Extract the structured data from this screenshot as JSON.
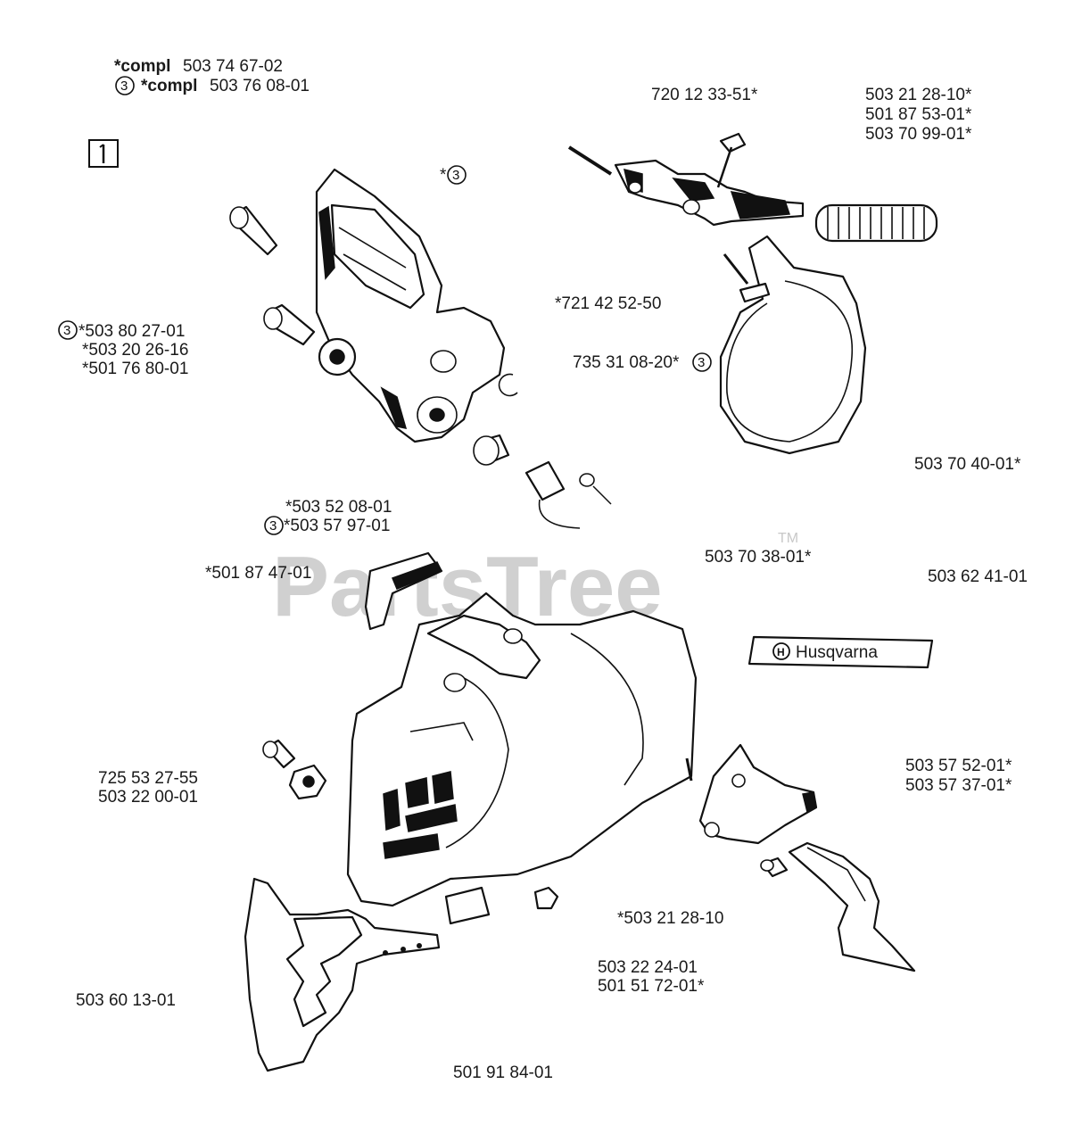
{
  "header": {
    "compl_1": {
      "prefix": "*compl",
      "number": "503 74 67-02"
    },
    "compl_2": {
      "circle": "3",
      "prefix": "*compl",
      "number": "503 76 08-01"
    }
  },
  "watermark": {
    "text": "PartsTree",
    "trademark": "TM"
  },
  "brand_label": "Husqvarna",
  "callouts": {
    "c_720123351": "720 12 33-51*",
    "c_503212810": "503 21 28-10*",
    "c_501875301": "501 87 53-01*",
    "c_503709901": "503 70 99-01*",
    "c_star3": "*",
    "c_star3_circle": "3",
    "c_503802701": "*503 80 27-01",
    "c_503802701_circle": "3",
    "c_503202616": "*503 20 26-16",
    "c_501768001": "*501 76 80-01",
    "c_721425250": "*721 42 52-50",
    "c_735310820": "735 31 08-20*",
    "c_735310820_circle": "3",
    "c_503704001": "503 70 40-01*",
    "c_503520801": "*503 52 08-01",
    "c_503579701": "*503 57 97-01",
    "c_503579701_circle": "3",
    "c_501874701": "*501 87 47-01",
    "c_503703801": "503 70 38-01*",
    "c_503624101": "503 62 41-01",
    "c_725532755": "725 53 27-55",
    "c_503220001": "503 22 00-01",
    "c_503575201": "503 57 52-01*",
    "c_503573701": "503 57 37-01*",
    "c_503212810b": "*503 21 28-10",
    "c_503222401": "503 22 24-01",
    "c_501517201": "501 51 72-01*",
    "c_503601301": "503 60 13-01",
    "c_501918401": "501 91 84-01"
  }
}
